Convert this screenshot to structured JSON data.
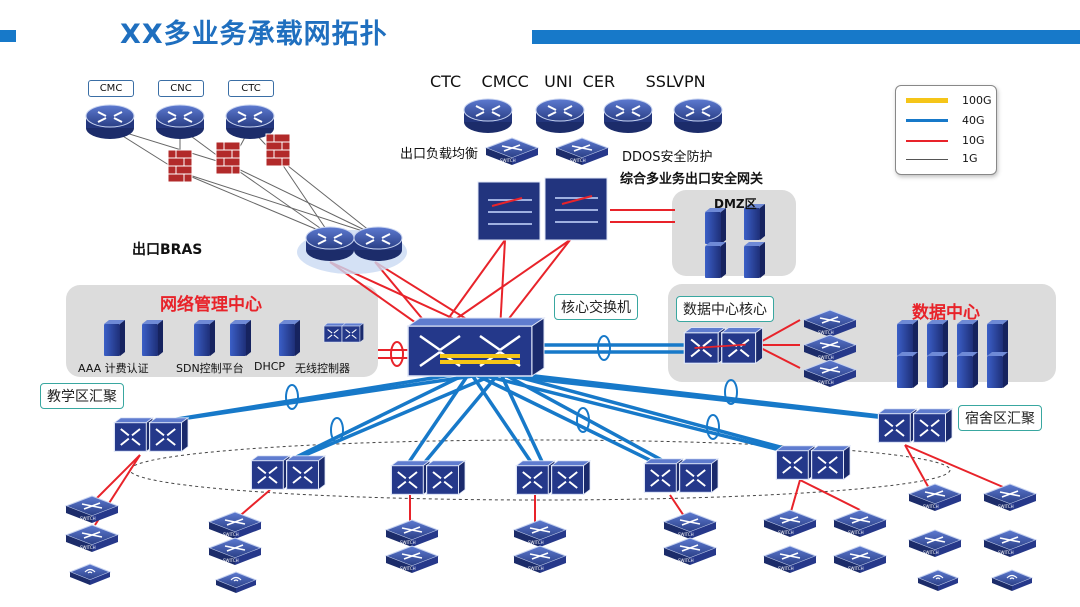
{
  "title": "XX多业务承载网拓扑",
  "colors": {
    "accent": "#1779c9",
    "link_100g": "#f5c518",
    "link_40g": "#1779c9",
    "link_10g": "#e8232a",
    "link_1g": "#555555",
    "panel": "#dcdcdc",
    "device": "#2a3f86",
    "red_heading": "#e8232a"
  },
  "legend": {
    "items": [
      {
        "label": "100G"
      },
      {
        "label": "40G"
      },
      {
        "label": "10G"
      },
      {
        "label": "1G"
      }
    ]
  },
  "carriers": {
    "left": [
      "CMC",
      "CNC",
      "CTC"
    ],
    "top_line": "CTC    CMCC   UNI  CER      SSLVPN"
  },
  "labels": {
    "bras": "出口BRAS",
    "load_balance": "出口负载均衡",
    "ddos": "DDOS安全防护",
    "gateway": "综合多业务出口安全网关",
    "dmz": "DMZ区",
    "core_switch": "核心交换机",
    "dc_core": "数据中心核心",
    "data_center": "数据中心",
    "nmc": "网络管理中心",
    "teaching_agg": "教学区汇聚",
    "dorm_agg": "宿舍区汇聚"
  },
  "nmc_servers": {
    "aaa": "AAA  计费认证",
    "sdn": "SDN控制平台",
    "dhcp": "DHCP",
    "wlc": "无线控制器"
  }
}
